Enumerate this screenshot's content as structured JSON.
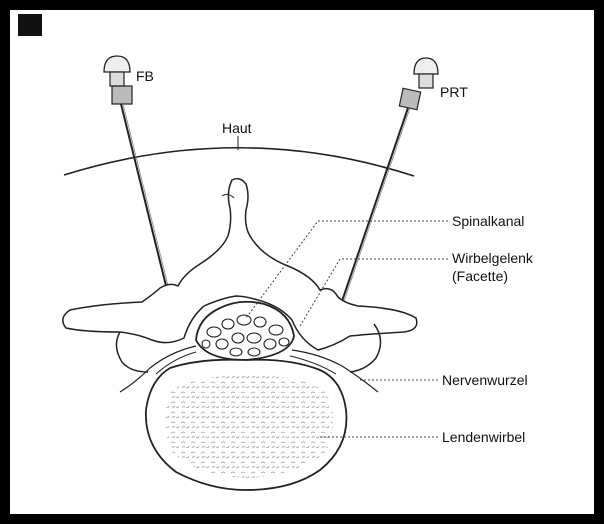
{
  "labels": {
    "fb": "FB",
    "prt": "PRT",
    "haut": "Haut",
    "spinalkanal": "Spinalkanal",
    "wirbelgelenk": "Wirbelgelenk",
    "facette": "(Facette)",
    "nervenwurzel": "Nervenwurzel",
    "lendenwirbel": "Lendenwirbel"
  }
}
